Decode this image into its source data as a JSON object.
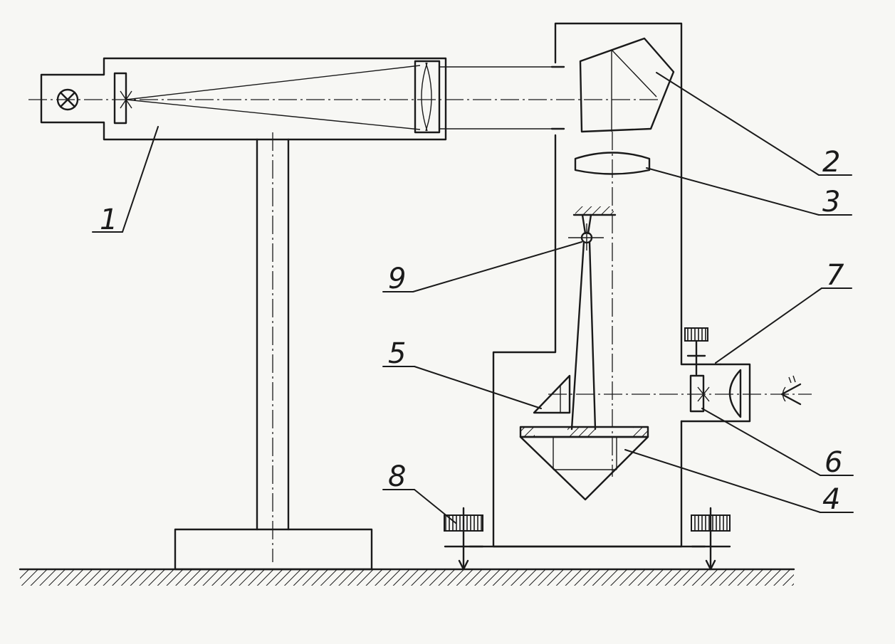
{
  "labels": {
    "l1": "1",
    "l2": "2",
    "l3": "3",
    "l4": "4",
    "l5": "5",
    "l6": "6",
    "l7": "7",
    "l8": "8",
    "l9": "9"
  },
  "colors": {
    "ink": "#1a1a1a",
    "paper": "#f7f7f4"
  }
}
